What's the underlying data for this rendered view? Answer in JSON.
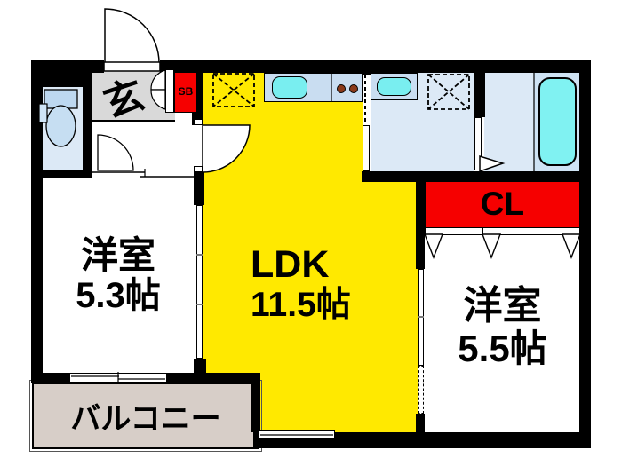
{
  "floorplan": {
    "type": "apartment-floor-plan",
    "labels": {
      "entrance": "玄",
      "shoe_box": "SB",
      "ldk_name": "LDK",
      "ldk_size": "11.5帖",
      "bedroom_left_name": "洋室",
      "bedroom_left_size": "5.3帖",
      "bedroom_right_name": "洋室",
      "bedroom_right_size": "5.5帖",
      "closet": "CL",
      "balcony": "バルコニー"
    },
    "colors": {
      "ldk_fill": "#ffe900",
      "accent_red": "#f60000",
      "wet_room_fill": "#dce9f6",
      "counter_fill": "#c9ddf1",
      "fixture_cyan": "#79eef0",
      "entrance_fill": "#d9d9d9",
      "balcony_fill": "#d7cec8",
      "wall": "#000000"
    },
    "fixtures": [
      "toilet-icon",
      "bathtub-icon",
      "kitchen-sink-icon",
      "stove-icon",
      "washbasin-icon",
      "washing-machine-space-icon",
      "refrigerator-space-icon"
    ]
  }
}
